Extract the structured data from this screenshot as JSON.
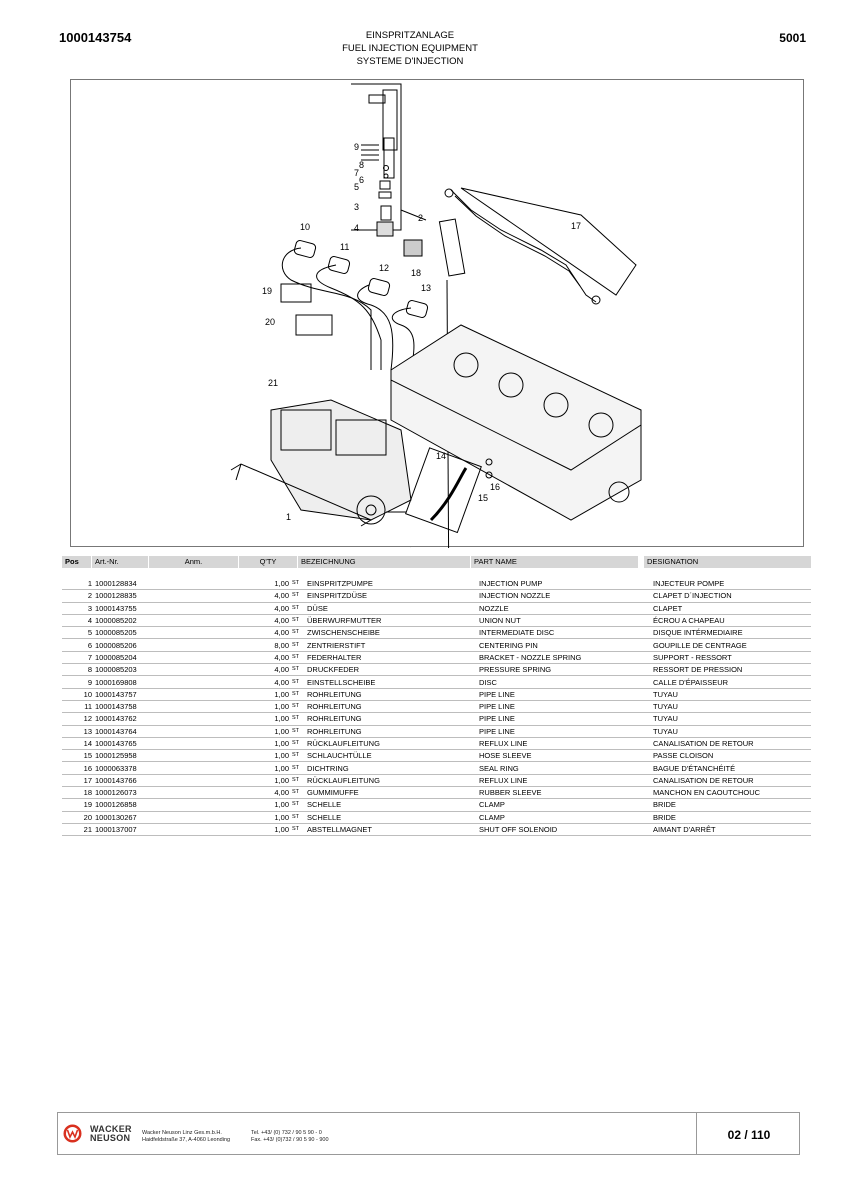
{
  "header": {
    "doc_number": "1000143754",
    "section_code": "5001",
    "title_de": "EINSPRITZANLAGE",
    "title_en": "FUEL INJECTION EQUIPMENT",
    "title_fr": "SYSTEME D'INJECTION"
  },
  "diagram": {
    "callouts": [
      "1",
      "2",
      "3",
      "4",
      "5",
      "6",
      "7",
      "8",
      "9",
      "10",
      "11",
      "12",
      "13",
      "14",
      "15",
      "16",
      "17",
      "18",
      "19",
      "20",
      "21"
    ]
  },
  "table": {
    "headers": {
      "pos": "Pos",
      "art": "Art.-Nr.",
      "anm": "Anm.",
      "qty": "Q'TY",
      "bez": "BEZEICHNUNG",
      "part": "PART NAME",
      "des": "DESIGNATION"
    },
    "rows": [
      {
        "pos": "1",
        "art": "1000128834",
        "qty": "1,00",
        "unit": "ST",
        "bez": "EINSPRITZPUMPE",
        "part": "INJECTION PUMP",
        "des": "INJECTEUR POMPE"
      },
      {
        "pos": "2",
        "art": "1000128835",
        "qty": "4,00",
        "unit": "ST",
        "bez": "EINSPRITZDÜSE",
        "part": "INJECTION NOZZLE",
        "des": "CLAPET D´INJECTION"
      },
      {
        "pos": "3",
        "art": "1000143755",
        "qty": "4,00",
        "unit": "ST",
        "bez": "DÜSE",
        "part": "NOZZLE",
        "des": "CLAPET"
      },
      {
        "pos": "4",
        "art": "1000085202",
        "qty": "4,00",
        "unit": "ST",
        "bez": "ÜBERWURFMUTTER",
        "part": "UNION NUT",
        "des": "ÉCROU A CHAPEAU"
      },
      {
        "pos": "5",
        "art": "1000085205",
        "qty": "4,00",
        "unit": "ST",
        "bez": "ZWISCHENSCHEIBE",
        "part": "INTERMEDIATE DISC",
        "des": "DISQUE INTÉRMEDIAIRE"
      },
      {
        "pos": "6",
        "art": "1000085206",
        "qty": "8,00",
        "unit": "ST",
        "bez": "ZENTRIERSTIFT",
        "part": "CENTERING PIN",
        "des": "GOUPILLE DE CENTRAGE"
      },
      {
        "pos": "7",
        "art": "1000085204",
        "qty": "4,00",
        "unit": "ST",
        "bez": "FEDERHALTER",
        "part": "BRACKET - NOZZLE SPRING",
        "des": "SUPPORT - RESSORT"
      },
      {
        "pos": "8",
        "art": "1000085203",
        "qty": "4,00",
        "unit": "ST",
        "bez": "DRUCKFEDER",
        "part": "PRESSURE SPRING",
        "des": "RESSORT DE PRESSION"
      },
      {
        "pos": "9",
        "art": "1000169808",
        "qty": "4,00",
        "unit": "ST",
        "bez": "EINSTELLSCHEIBE",
        "part": "DISC",
        "des": "CALLE D'ÉPAISSEUR"
      },
      {
        "pos": "10",
        "art": "1000143757",
        "qty": "1,00",
        "unit": "ST",
        "bez": "ROHRLEITUNG",
        "part": "PIPE LINE",
        "des": "TUYAU"
      },
      {
        "pos": "11",
        "art": "1000143758",
        "qty": "1,00",
        "unit": "ST",
        "bez": "ROHRLEITUNG",
        "part": "PIPE LINE",
        "des": "TUYAU"
      },
      {
        "pos": "12",
        "art": "1000143762",
        "qty": "1,00",
        "unit": "ST",
        "bez": "ROHRLEITUNG",
        "part": "PIPE LINE",
        "des": "TUYAU"
      },
      {
        "pos": "13",
        "art": "1000143764",
        "qty": "1,00",
        "unit": "ST",
        "bez": "ROHRLEITUNG",
        "part": "PIPE LINE",
        "des": "TUYAU"
      },
      {
        "pos": "14",
        "art": "1000143765",
        "qty": "1,00",
        "unit": "ST",
        "bez": "RÜCKLAUFLEITUNG",
        "part": "REFLUX LINE",
        "des": "CANALISATION DE RETOUR"
      },
      {
        "pos": "15",
        "art": "1000125958",
        "qty": "1,00",
        "unit": "ST",
        "bez": "SCHLAUCHTÜLLE",
        "part": "HOSE SLEEVE",
        "des": "PASSE CLOISON"
      },
      {
        "pos": "16",
        "art": "1000063378",
        "qty": "1,00",
        "unit": "ST",
        "bez": "DICHTRING",
        "part": "SEAL RING",
        "des": "BAGUE D'ÉTANCHÉITÉ"
      },
      {
        "pos": "17",
        "art": "1000143766",
        "qty": "1,00",
        "unit": "ST",
        "bez": "RÜCKLAUFLEITUNG",
        "part": "REFLUX LINE",
        "des": "CANALISATION DE RETOUR"
      },
      {
        "pos": "18",
        "art": "1000126073",
        "qty": "4,00",
        "unit": "ST",
        "bez": "GUMMIMUFFE",
        "part": "RUBBER SLEEVE",
        "des": "MANCHON EN CAOUTCHOUC"
      },
      {
        "pos": "19",
        "art": "1000126858",
        "qty": "1,00",
        "unit": "ST",
        "bez": "SCHELLE",
        "part": "CLAMP",
        "des": "BRIDE"
      },
      {
        "pos": "20",
        "art": "1000130267",
        "qty": "1,00",
        "unit": "ST",
        "bez": "SCHELLE",
        "part": "CLAMP",
        "des": "BRIDE"
      },
      {
        "pos": "21",
        "art": "1000137007",
        "qty": "1,00",
        "unit": "ST",
        "bez": "ABSTELLMAGNET",
        "part": "SHUT OFF SOLENOID",
        "des": "AIMANT D'ARRÊT"
      }
    ]
  },
  "footer": {
    "logo_line1": "WACKER",
    "logo_line2": "NEUSON",
    "company_line1": "Wacker Neuson Linz  Ges.m.b.H.",
    "company_line2": "Haidfeldstraße 37, A-4060 Leonding",
    "tel": "Tel. +43/ (0) 732 / 90 5 90 - 0",
    "fax": "Fax. +43/ (0)732 / 90 5 90 - 900",
    "page": "02 / 110"
  }
}
